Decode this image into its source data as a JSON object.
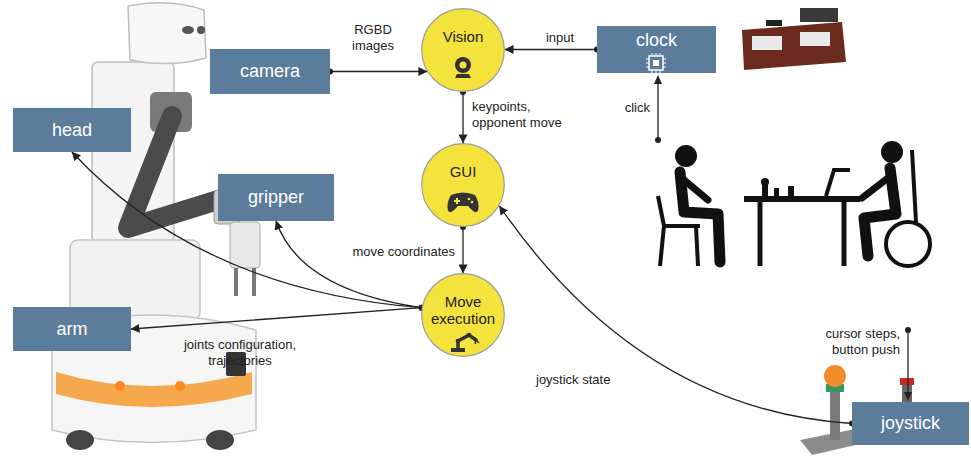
{
  "diagram": {
    "nodes": [
      {
        "text": [
          "head"
        ]
      },
      {
        "text": [
          "camera"
        ]
      },
      {
        "text": [
          "Vision"
        ]
      },
      {
        "text": [
          "clock"
        ]
      },
      {
        "text": [
          "gripper"
        ]
      },
      {
        "text": [
          "GUI"
        ]
      },
      {
        "text": [
          "Move execution"
        ]
      },
      {
        "text": [
          "arm"
        ]
      },
      {
        "text": [
          "joystick"
        ]
      }
    ],
    "edges": [
      {
        "from": 1,
        "to": 2,
        "label": "RGBD images",
        "arrow": "to"
      },
      {
        "from": 3,
        "to": 2,
        "label": "input",
        "arrow": "to"
      },
      {
        "from": 2,
        "to": 5,
        "label": "keypoints, opponent move",
        "arrow": "to"
      },
      {
        "from": 5,
        "to": 6,
        "label": "move coordinates",
        "arrow": "to"
      },
      {
        "from": 6,
        "to": 0,
        "arrow": "to"
      },
      {
        "from": 6,
        "to": 4,
        "arrow": "to"
      },
      {
        "from": 6,
        "to": 7,
        "label": "joints configuration, trajectories",
        "arrow": "to"
      },
      {
        "from": 8,
        "to": 5,
        "label": "joystick state",
        "arrow": "to"
      }
    ],
    "labels": [
      "click",
      "cursor steps, button push"
    ]
  }
}
